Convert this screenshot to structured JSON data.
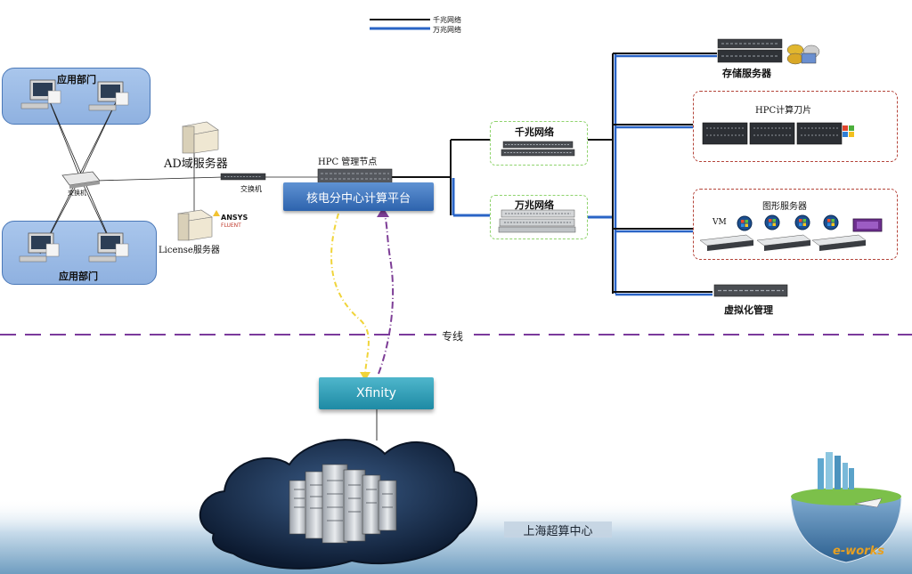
{
  "legend": {
    "gigabit": "千兆网络",
    "ten_gigabit": "万兆网络"
  },
  "nodes": {
    "dept_top": "应用部门",
    "dept_bottom": "应用部门",
    "hub_label": "交换机",
    "ad_server": "AD域服务器",
    "license_server": "License服务器",
    "ansys_logo": "ANSYS",
    "fluent_logo": "FLUENT",
    "switch_label": "交换机",
    "mgmt_node": "HPC 管理节点",
    "platform": "核电分中心计算平台",
    "gigabit_switch": "千兆网络",
    "ten_gigabit_switch": "万兆网络",
    "storage": "存储服务器",
    "hpc_blade": "HPC计算刀片",
    "graphics": "图形服务器",
    "vm": "VM",
    "virtualization": "虚拟化管理",
    "dedicated_line": "专线",
    "xfinity": "Xfinity",
    "supercomputing": "上海超算中心",
    "watermark": "e-works"
  },
  "colors": {
    "gigabit_line": "#111111",
    "ten_gigabit_line": "#2a64c6",
    "dashed_divider": "#7b3a9c",
    "platform_blue": "#3a70b8",
    "xfinity_teal": "#2a9ab3"
  }
}
